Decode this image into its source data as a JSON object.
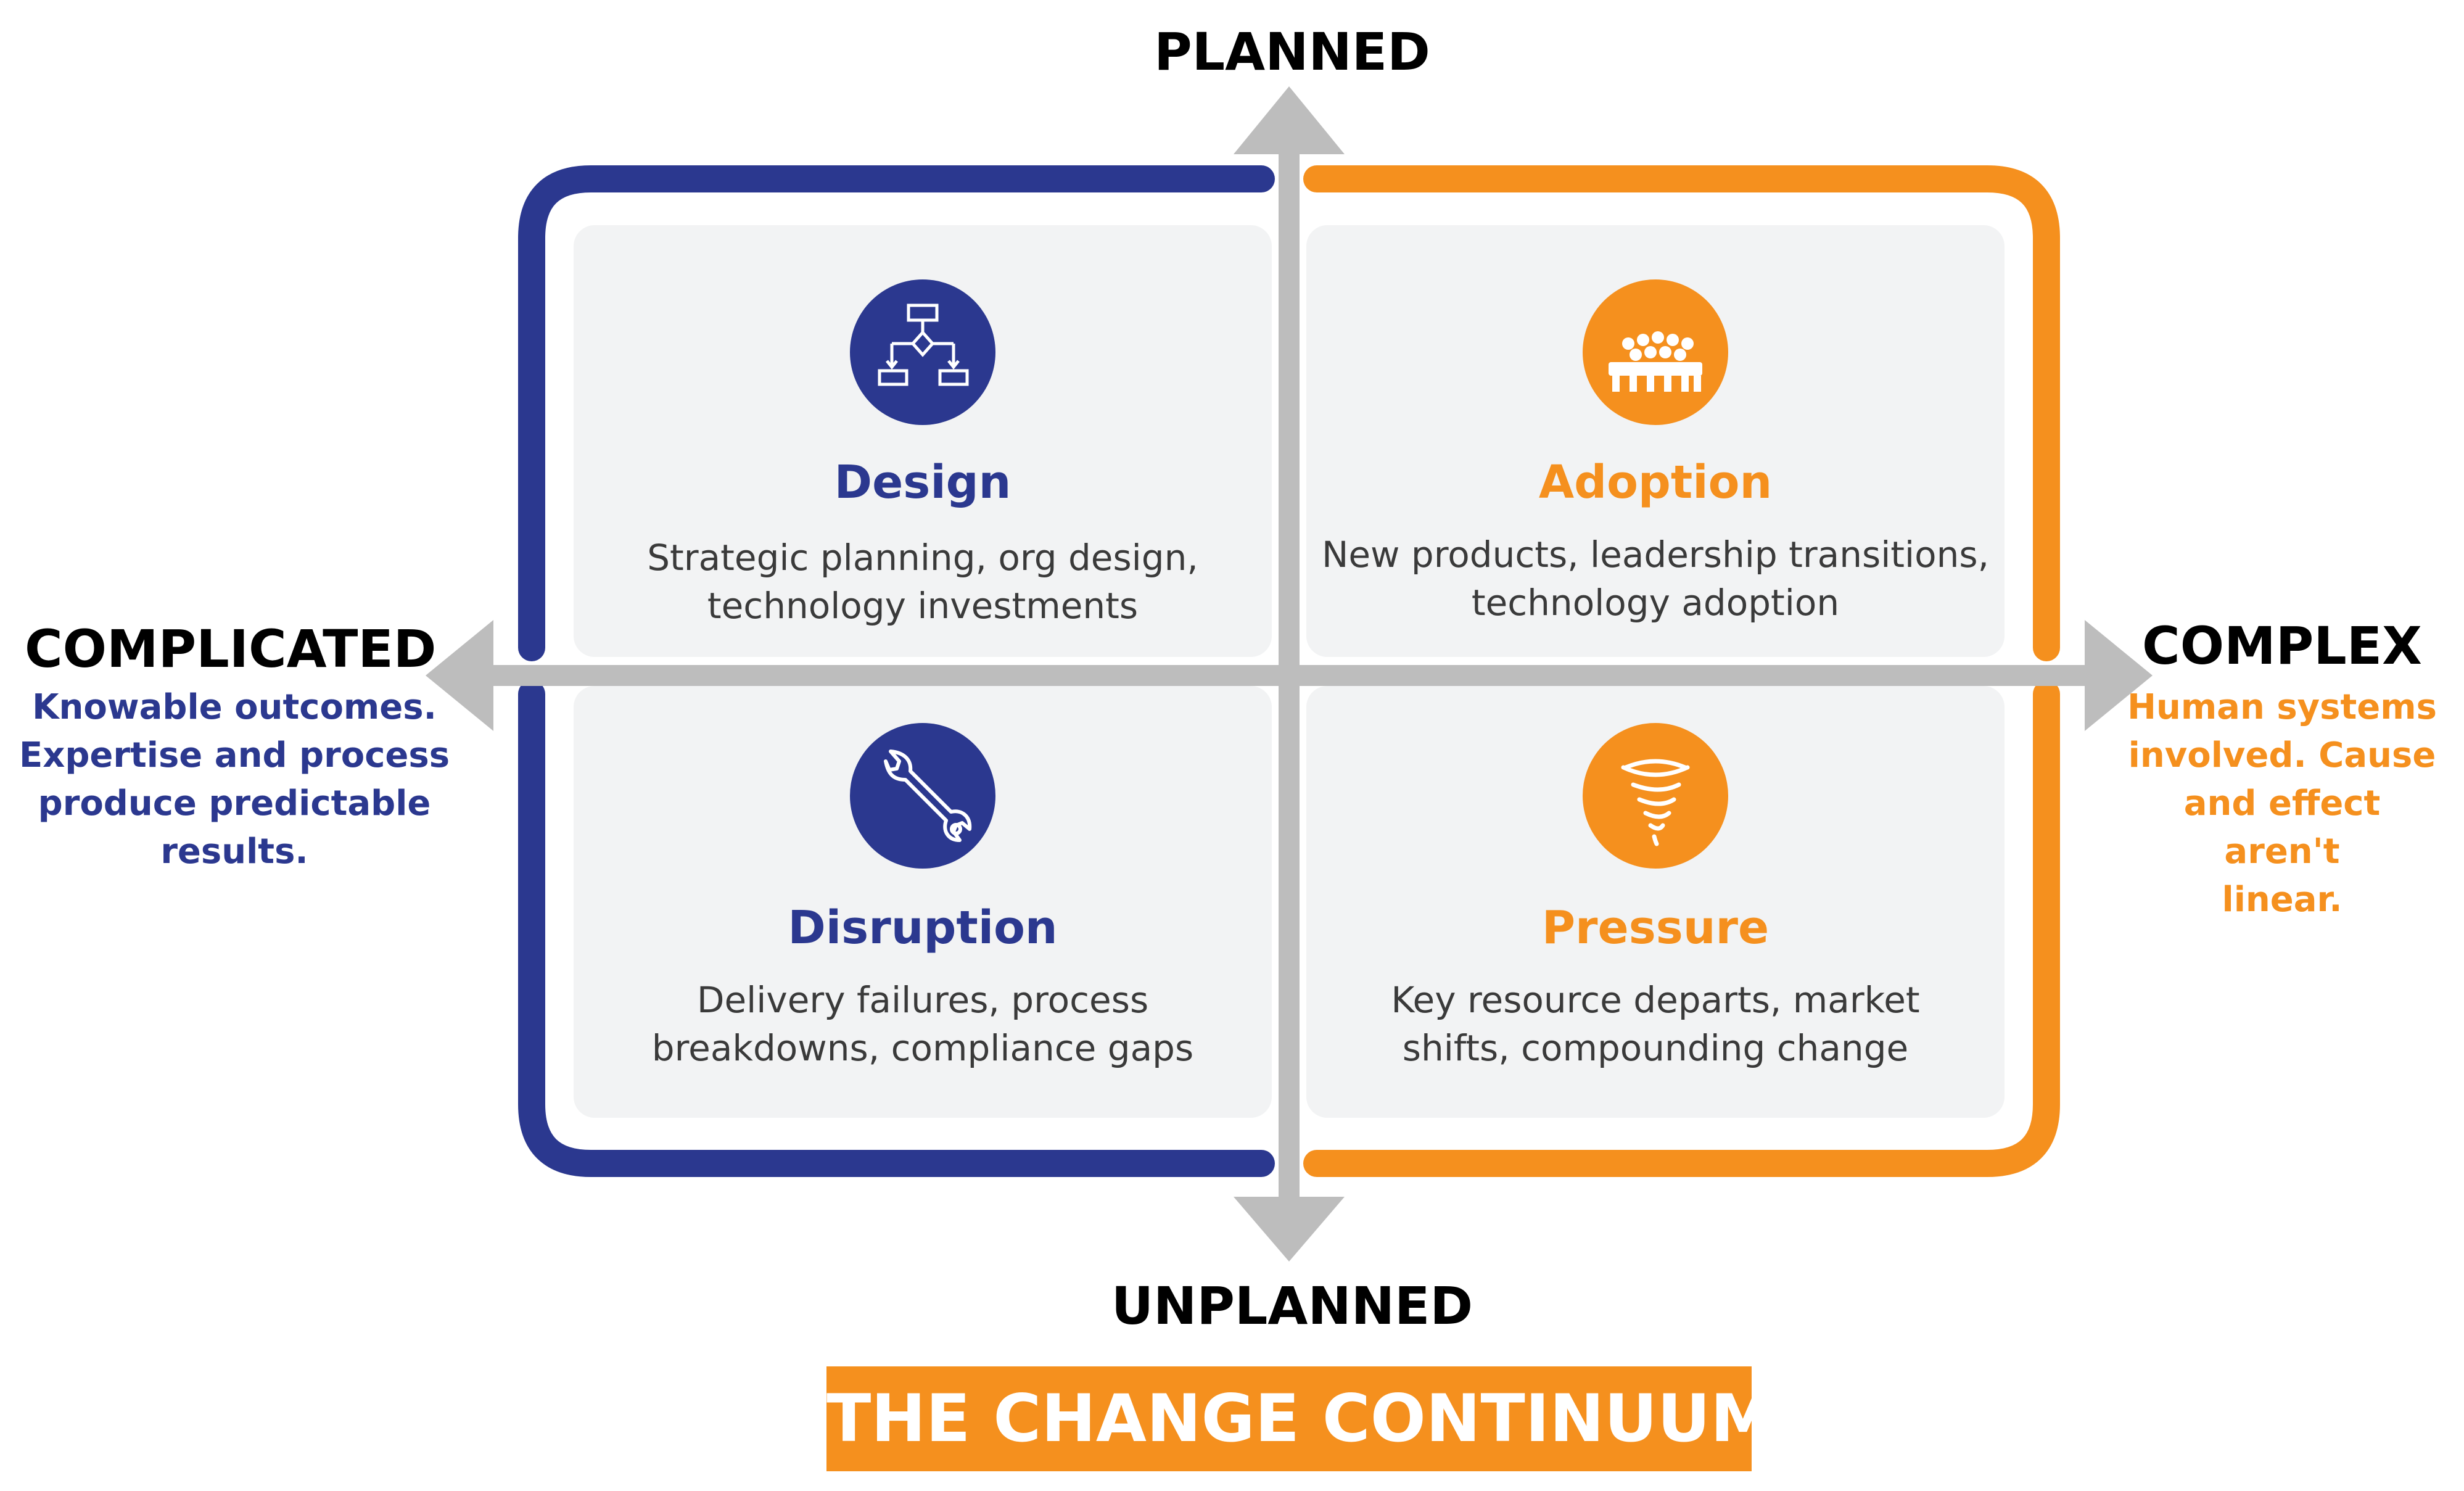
{
  "axes": {
    "top": "PLANNED",
    "bottom": "UNPLANNED",
    "left": "COMPLICATED",
    "right": "COMPLEX"
  },
  "side_descriptions": {
    "left": "Knowable outcomes.\nExpertise and process\nproduce predictable\nresults.",
    "right": "Human systems\ninvolved. Cause\nand effect aren't\nlinear."
  },
  "quadrants": [
    {
      "id": "design",
      "title": "Design",
      "description": "Strategic planning, org design,\ntechnology investments",
      "icon": "flowchart-icon"
    },
    {
      "id": "adoption",
      "title": "Adoption",
      "description": "New products, leadership transitions,\ntechnology adoption",
      "icon": "audience-icon"
    },
    {
      "id": "disruption",
      "title": "Disruption",
      "description": "Delivery failures, process\nbreakdowns, compliance gaps",
      "icon": "wrench-icon"
    },
    {
      "id": "pressure",
      "title": "Pressure",
      "description": "Key resource departs, market\nshifts, compounding change",
      "icon": "tornado-icon"
    }
  ],
  "banner": {
    "title": "THE CHANGE CONTINUUM"
  },
  "colors": {
    "navy": "#2b388f",
    "orange": "#f5901e",
    "axis_gray": "#bdbdbd",
    "card_bg": "#f2f3f4"
  }
}
